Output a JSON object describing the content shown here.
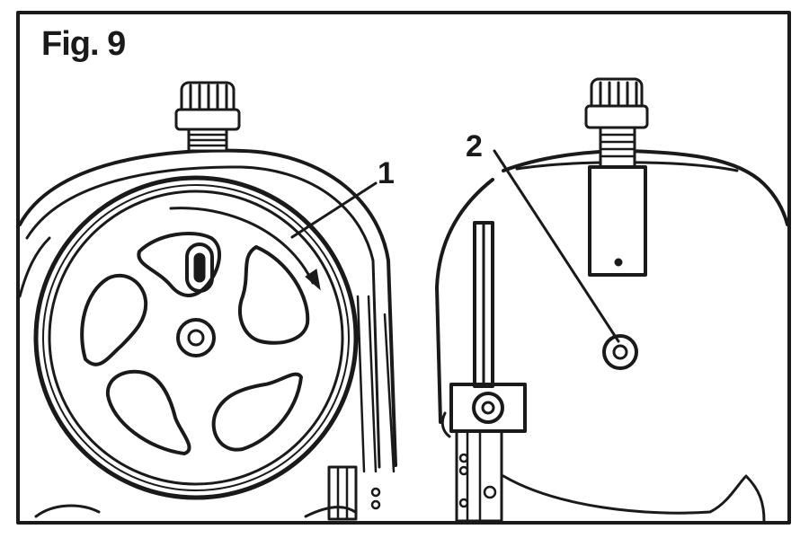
{
  "figure": {
    "title": "Fig. 9",
    "callouts": [
      {
        "id": "1",
        "label": "1"
      },
      {
        "id": "2",
        "label": "2"
      }
    ]
  },
  "colors": {
    "ink": "#1a1a1a",
    "paper": "#ffffff"
  }
}
